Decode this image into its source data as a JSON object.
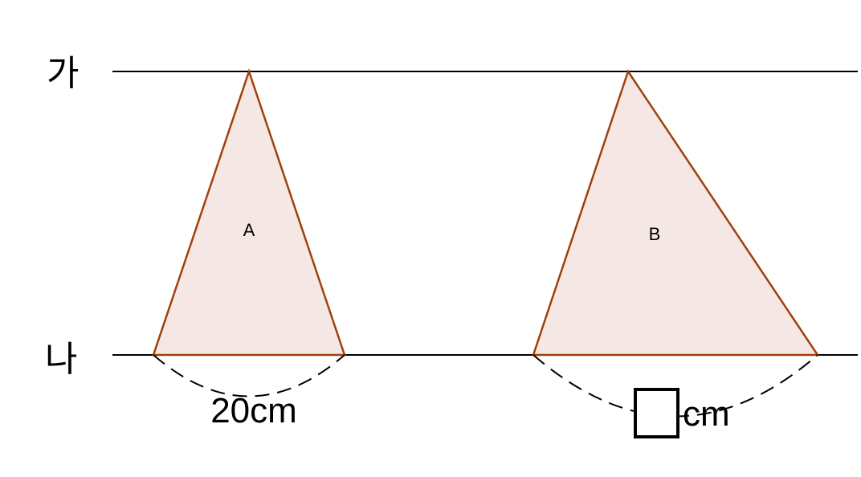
{
  "lines": {
    "top_label": "가",
    "bottom_label": "나"
  },
  "triangles": {
    "a": {
      "label": "A",
      "base_measure": "20cm"
    },
    "b": {
      "label": "B",
      "base_measure_unit": "cm"
    }
  },
  "colors": {
    "line": "#000000",
    "triangle_stroke": "#a0400a",
    "triangle_fill": "#f5e8e4"
  }
}
